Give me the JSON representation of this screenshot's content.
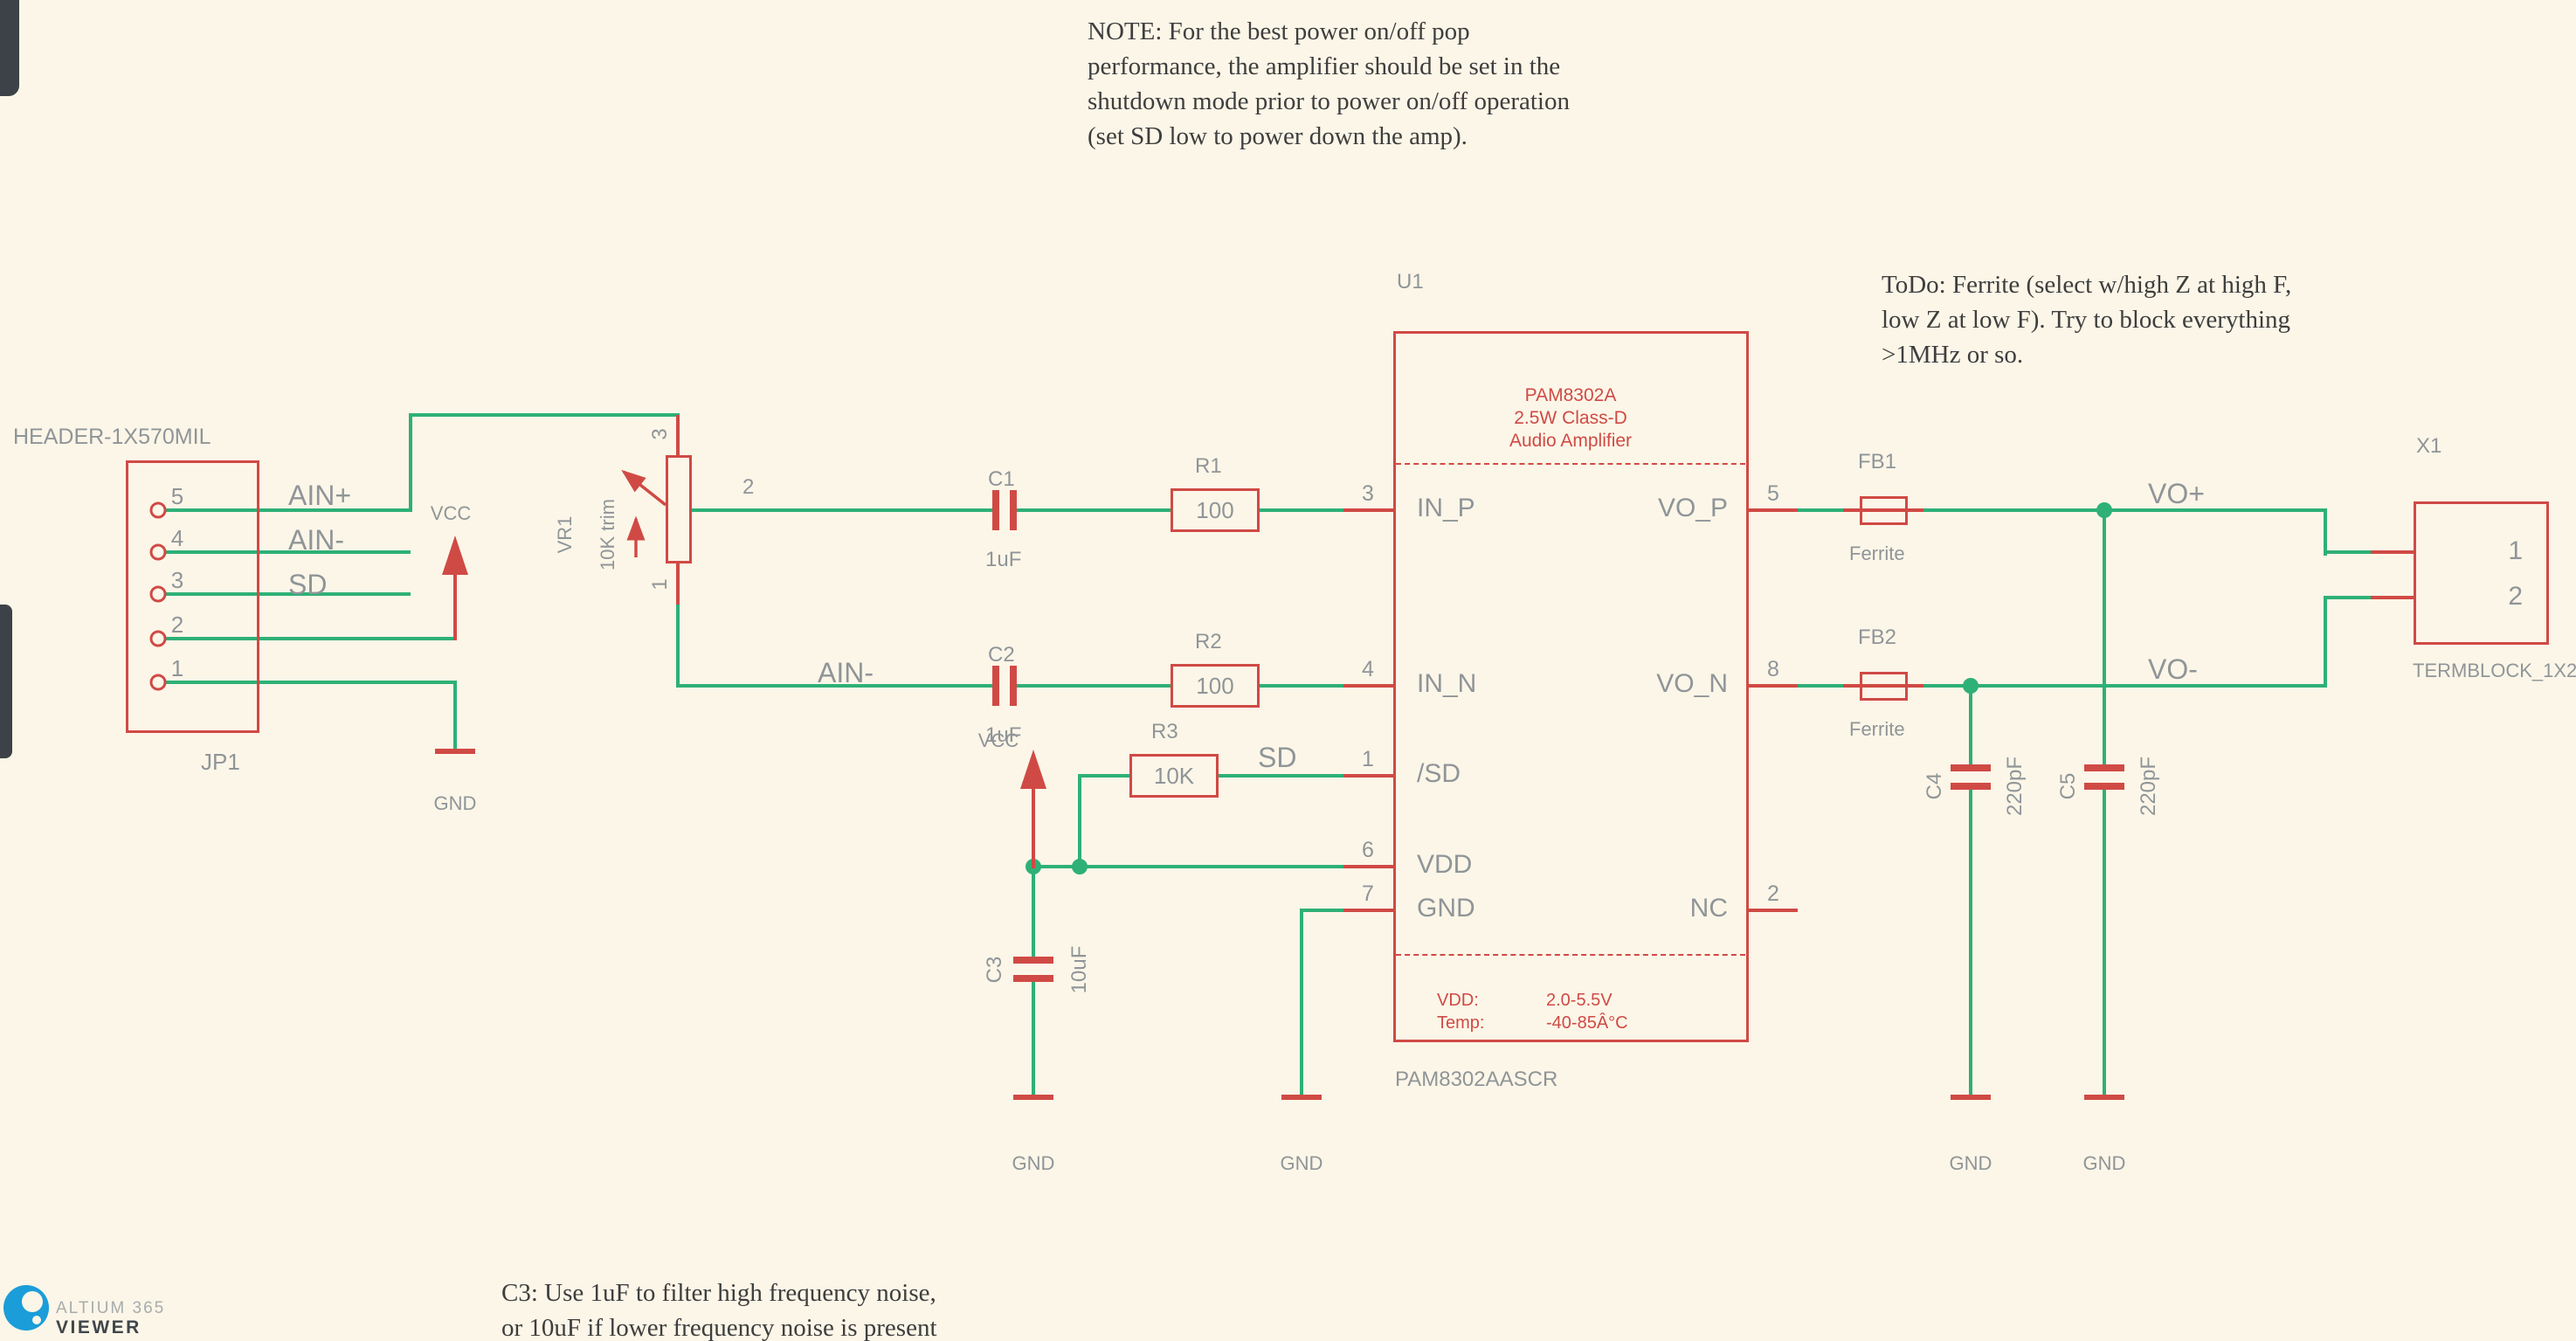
{
  "viewer": {
    "brand": "ALTIUM 365",
    "product": "VIEWER"
  },
  "notes": {
    "top": [
      "NOTE: For the best power on/off pop",
      "performance, the amplifier should be set in the",
      "shutdown mode prior to power on/off operation",
      "(set SD low to power down the amp)."
    ],
    "todo": [
      "ToDo: Ferrite (select w/high Z at high F,",
      "low Z at low F). Try to block everything",
      ">1MHz or so."
    ],
    "c3": [
      "C3: Use 1uF to filter high frequency noise,",
      "or 10uF if lower frequency noise is present"
    ]
  },
  "power": {
    "vcc": "VCC",
    "gnd": "GND"
  },
  "nets": {
    "ain_plus": "AIN+",
    "ain_minus": "AIN-",
    "sd": "SD",
    "vo_plus": "VO+",
    "vo_minus": "VO-"
  },
  "connector": {
    "title": "HEADER-1X570MIL",
    "refdes": "JP1",
    "pins": [
      "5",
      "4",
      "3",
      "2",
      "1"
    ]
  },
  "potentiometer": {
    "refdes": "VR1",
    "value": "10K trim",
    "pin_top": "3",
    "pin_wiper": "2",
    "pin_bottom": "1"
  },
  "c1": {
    "refdes": "C1",
    "value": "1uF"
  },
  "c2": {
    "refdes": "C2",
    "value": "1uF"
  },
  "c3": {
    "refdes": "C3",
    "value": "10uF"
  },
  "c4": {
    "refdes": "C4",
    "value": "220pF"
  },
  "c5": {
    "refdes": "C5",
    "value": "220pF"
  },
  "r1": {
    "refdes": "R1",
    "value": "100"
  },
  "r2": {
    "refdes": "R2",
    "value": "100"
  },
  "r3": {
    "refdes": "R3",
    "value": "10K"
  },
  "fb1": {
    "refdes": "FB1",
    "value": "Ferrite"
  },
  "fb2": {
    "refdes": "FB2",
    "value": "Ferrite"
  },
  "u1": {
    "refdes": "U1",
    "part": "PAM8302AASCR",
    "title_lines": [
      "PAM8302A",
      "2.5W Class-D",
      "Audio Amplifier"
    ],
    "spec_labels": [
      "VDD:",
      "Temp:"
    ],
    "spec_values": [
      "2.0-5.5V",
      "-40-85Â°C"
    ],
    "left_pins": [
      {
        "num": "3",
        "name": "IN_P"
      },
      {
        "num": "4",
        "name": "IN_N"
      },
      {
        "num": "1",
        "name": "/SD"
      },
      {
        "num": "6",
        "name": "VDD"
      },
      {
        "num": "7",
        "name": "GND"
      }
    ],
    "right_pins": [
      {
        "num": "5",
        "name": "VO_P"
      },
      {
        "num": "8",
        "name": "VO_N"
      },
      {
        "num": "2",
        "name": "NC"
      }
    ]
  },
  "x1": {
    "refdes": "X1",
    "part": "TERMBLOCK_1X2",
    "pins": [
      "1",
      "2"
    ]
  },
  "colors": {
    "wire": "#2eb077",
    "component": "#d04a45",
    "gray_text": "#8f9598",
    "background": "#fcf6e8",
    "altium_blue": "#1b9dd9"
  }
}
